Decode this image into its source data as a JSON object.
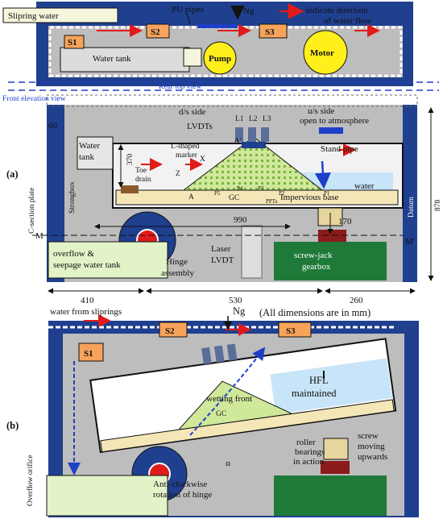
{
  "colors": {
    "frame_blue": "#1f3f8f",
    "frame_gray": "#bdbdbd",
    "pipe_white": "#ffffff",
    "pump_yellow": "#ffef1a",
    "water_blue": "#c8e4f8",
    "soil_green": "#cfe89a",
    "tank_green": "#e2f3c8",
    "sand": "#f5e6b8",
    "gearbox_green": "#1f7a3a",
    "block_red": "#8b1a1a",
    "slipring_orange": "#f7a35c",
    "arrow_red": "#e01b1b",
    "dash_blue": "#1e3fc8"
  },
  "top_view": {
    "slipring_label": "Slipring water",
    "pu_pipes_label": "PU pipes",
    "ng_label": "Ng",
    "legend_label_1": "indicate direction",
    "legend_label_2": "of water flow",
    "s1_label": "S1",
    "s2_label": "S2",
    "s3_label": "S3",
    "water_tank_label": "Water tank",
    "pump_label": "Pump",
    "motor_label": "Motor",
    "rear_view_label": "Rear top view",
    "front_view_label": "Front elevation view"
  },
  "panel_a": {
    "panel_label": "(a)",
    "ds_side_label": "d/s side",
    "us_side_label": "u/s side",
    "open_atm_label": "open to atmosphere",
    "dim_60": "60",
    "lvdts_label": "LVDTs",
    "l1_label": "L1",
    "l2_label": "L2",
    "l3_label": "L3",
    "water_tank_label_1": "Water",
    "water_tank_label_2": "tank",
    "dim_370": "370",
    "l_marker_label_1": "L-shaped",
    "l_marker_label_2": "marker",
    "a_prime_label": "A'",
    "stand_pipe_label": "Stand pipe",
    "c_section_label": "C-section plate",
    "strongbox_label": "Strongbox",
    "toe_drain_label_1": "Toe",
    "toe_drain_label_2": "drain",
    "z_label": "Z",
    "x_label": "X",
    "a_label": "A",
    "water_label": "water",
    "p1_label": "P1",
    "p2_label": "P2",
    "p3_label": "P3",
    "p4_label": "P4",
    "p5_label": "P5",
    "gc_label": "GC",
    "ppts_label": "PPTs",
    "impervious_label": "Impervious base",
    "dim_990": "990",
    "dim_170": "170",
    "dim_878": "878",
    "datum_label": "Datum",
    "m_label": "M",
    "m_prime_label": "M'",
    "overflow_tank_label_1": "overflow &",
    "overflow_tank_label_2": "seepage water tank",
    "hinge_label_1": "Hinge",
    "hinge_label_2": "assembly",
    "laser_label_1": "Laser",
    "laser_label_2": "LVDT",
    "gearbox_label_1": "screw-jack",
    "gearbox_label_2": "gearbox",
    "dim_410": "410",
    "dim_530": "530",
    "dim_260": "260",
    "units_note": "(All dimensions are in mm)"
  },
  "panel_b": {
    "panel_label": "(b)",
    "sliprings_label": "water from sliprings",
    "ng_label": "Ng",
    "s1_label": "S1",
    "s2_label": "S2",
    "s3_label": "S3",
    "hfl_label_1": "HFL",
    "hfl_label_2": "maintained",
    "wetting_label": "wetting front",
    "gc_label": "GC",
    "alpha_label": "α",
    "roller_label_1": "roller",
    "roller_label_2": "bearings",
    "roller_label_3": "in action",
    "screw_label_1": "screw",
    "screw_label_2": "moving",
    "screw_label_3": "upwards",
    "overflow_orifice_label": "Overflow orifice",
    "hinge_rot_label_1": "Anti-clockwise",
    "hinge_rot_label_2": "rotation of hinge"
  }
}
